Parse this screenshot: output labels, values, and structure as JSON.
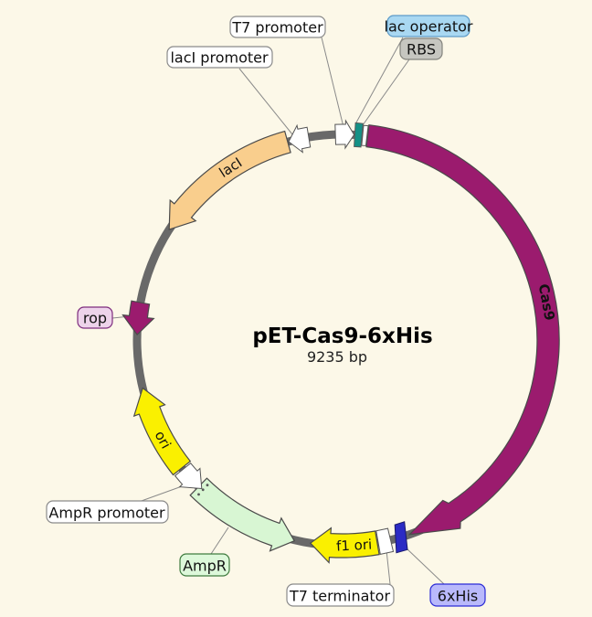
{
  "plasmid": {
    "name": "pET-Cas9-6xHis",
    "size": "9235 bp"
  },
  "colors": {
    "background": "#FCF8E8",
    "backbone": "#696969",
    "cds_fill": "#9B1B6E",
    "lacI_fill": "#F9CE8D",
    "ori_fill": "#FAF000",
    "ampR_fill": "#D8F6D3",
    "operator_fill": "#149186",
    "his_fill": "#2B2BC4",
    "promoter_fill": "#FFFFFF",
    "cas9_text": "#FFFFFF"
  },
  "features": {
    "cas9": {
      "label": "Cas9"
    },
    "lacI": {
      "label": "lacI"
    },
    "ori": {
      "label": "ori"
    },
    "f1_ori": {
      "label": "f1 ori"
    }
  },
  "callouts": {
    "t7_promoter": {
      "text": "T7 promoter",
      "bg": "#FFFFFF",
      "border": "#8A8A8A"
    },
    "lac_operator": {
      "text": "lac operator",
      "bg": "#A9D8F2",
      "border": "#5E9BC8"
    },
    "rbs": {
      "text": "RBS",
      "bg": "#C6C6C0",
      "border": "#83837D"
    },
    "lacI_promoter": {
      "text": "lacI promoter",
      "bg": "#FFFFFF",
      "border": "#8A8A8A"
    },
    "rop": {
      "text": "rop",
      "bg": "#EDD3EA",
      "border": "#7E2D7E"
    },
    "ampR_promoter": {
      "text": "AmpR promoter",
      "bg": "#FFFFFF",
      "border": "#8A8A8A"
    },
    "ampR": {
      "text": "AmpR",
      "bg": "#DDF8DA",
      "border": "#3F7B3F"
    },
    "t7_terminator": {
      "text": "T7 terminator",
      "bg": "#FFFFFF",
      "border": "#8A8A8A"
    },
    "six_his": {
      "text": "6xHis",
      "bg": "#B9B9FB",
      "border": "#2B2BD6"
    }
  }
}
